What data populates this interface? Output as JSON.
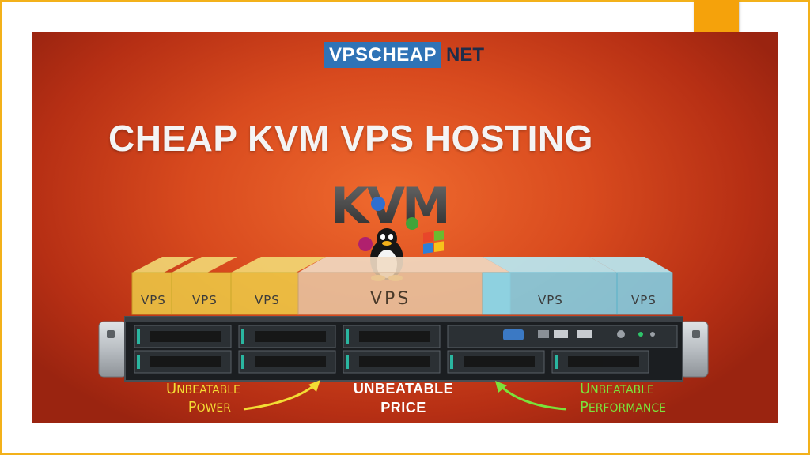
{
  "logo": {
    "brand": "VPSCHEAP",
    "tld": "NET"
  },
  "headline": "CHEAP KVM VPS HOSTING",
  "kvm_mark": {
    "letters": [
      "K",
      "V",
      "M"
    ],
    "mascot": "tux-penguin"
  },
  "vps_boxes": [
    {
      "label": "VPS",
      "color": "#f0d64a"
    },
    {
      "label": "VPS",
      "color": "#f0d64a"
    },
    {
      "label": "VPS",
      "color": "#f0d64a"
    },
    {
      "label": "VPS",
      "color": "#e9c9a6"
    },
    {
      "label": "VPS",
      "color": "#7fd6ee"
    },
    {
      "label": "VPS",
      "color": "#7fd6ee"
    }
  ],
  "captions": {
    "power": {
      "line1_first": "U",
      "line1_rest": "NBEATABLE",
      "line2_first": "P",
      "line2_rest": "OWER"
    },
    "price": {
      "line1": "UNBEATABLE",
      "line2": "PRICE"
    },
    "performance": {
      "line1_first": "U",
      "line1_rest": "NBEATABLE",
      "line2_first": "P",
      "line2_rest": "ERFORMANCE"
    }
  },
  "colors": {
    "frame": "#f3b11a",
    "accent_tab": "#f5a20b",
    "power_text": "#f3dc34",
    "performance_text": "#7be23a"
  }
}
